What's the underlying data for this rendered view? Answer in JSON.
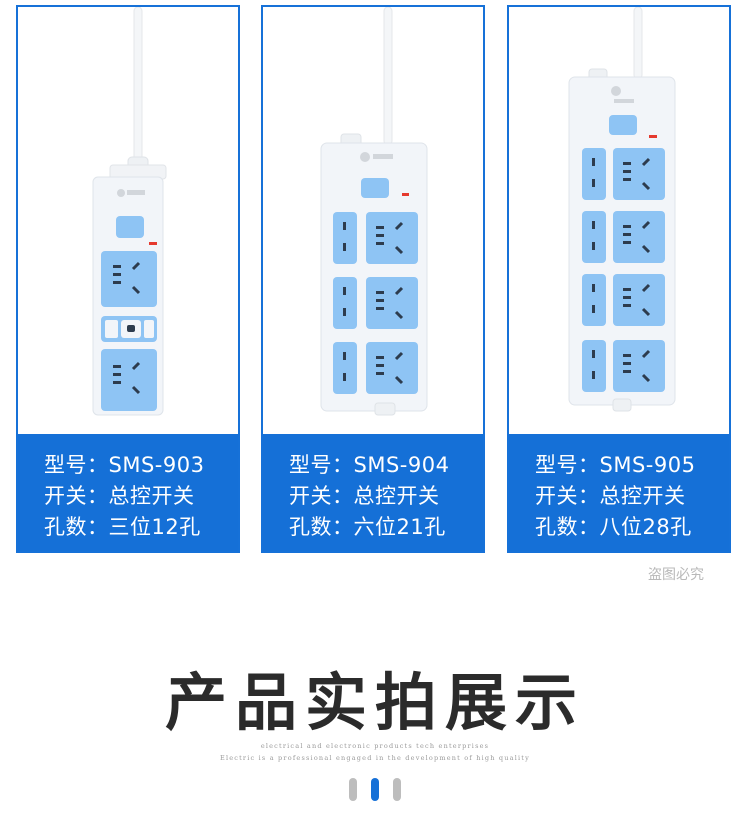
{
  "products": [
    {
      "model_label": "型号：SMS-903",
      "switch_label": "开关：总控开关",
      "holes_label": "孔数：三位12孔"
    },
    {
      "model_label": "型号：SMS-904",
      "switch_label": "开关：总控开关",
      "holes_label": "孔数：六位21孔"
    },
    {
      "model_label": "型号：SMS-905",
      "switch_label": "开关：总控开关",
      "holes_label": "孔数：八位28孔"
    }
  ],
  "watermark": "盗图必究",
  "section": {
    "title": "产品实拍展示",
    "subtitle_line1": "electrical and electronic products tech enterprises",
    "subtitle_line2": "Electric is a professional engaged in the development of high quality"
  },
  "pager": {
    "count": 3,
    "active_index": 1
  },
  "colors": {
    "accent_blue": "#1570d7",
    "socket_blue": "#8ec4f4",
    "strip_white": "#f2f5f9"
  }
}
